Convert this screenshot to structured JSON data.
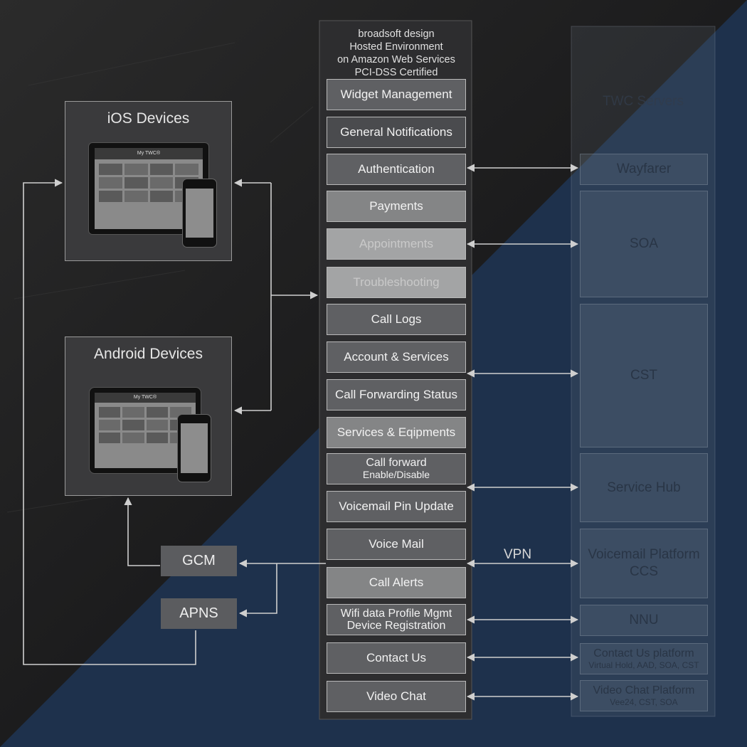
{
  "header": {
    "line1": "broadsoft design",
    "line2": "Hosted Environment",
    "line3": "on Amazon Web Services",
    "line4": "PCI-DSS Certified"
  },
  "services": {
    "widget": "Widget Management",
    "general": "General Notifications",
    "auth": "Authentication",
    "payments": "Payments",
    "appointments": "Appointments",
    "troubleshooting": "Troubleshooting",
    "call_logs": "Call Logs",
    "account": "Account & Services",
    "call_fwd_status": "Call Forwarding Status",
    "equipments": "Services & Eqipments",
    "call_forward_l1": "Call forward",
    "call_forward_l2": "Enable/Disable",
    "voicemail_pin": "Voicemail Pin Update",
    "voice_mail": "Voice Mail",
    "call_alerts": "Call Alerts",
    "wifi_l1": "Wifi data Profile Mgmt",
    "wifi_l2": "Device Registration",
    "contact": "Contact Us",
    "video": "Video Chat"
  },
  "servers": {
    "title": "TWC Servers",
    "wayfarer": "Wayfarer",
    "soa": "SOA",
    "cst": "CST",
    "service_hub": "Service Hub",
    "voicemail_l1": "Voicemail Platform",
    "voicemail_l2": "CCS",
    "nnu": "NNU",
    "contact_l1": "Contact Us platform",
    "contact_l2": "Virtual Hold, AAD, SOA, CST",
    "video_l1": "Video Chat Platform",
    "video_l2": "Vee24, CST, SOA"
  },
  "devices": {
    "ios": "iOS Devices",
    "android": "Android Devices",
    "app_title": "My TWC®"
  },
  "push": {
    "gcm": "GCM",
    "apns": "APNS"
  },
  "labels": {
    "vpn": "VPN"
  }
}
